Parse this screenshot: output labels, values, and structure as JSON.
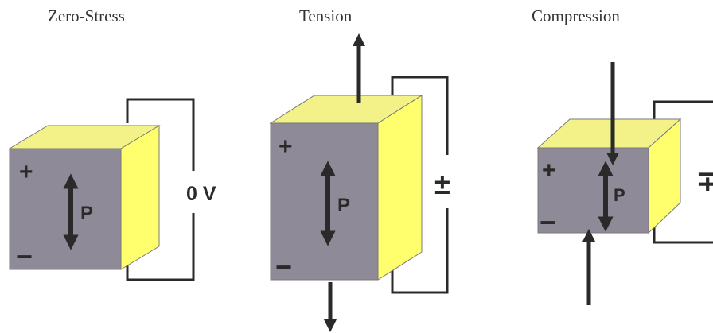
{
  "panels": [
    {
      "title": "Zero-Stress",
      "polarization_label": "P",
      "plus_sign": "+",
      "minus_sign": "−",
      "voltage_label": "0 V"
    },
    {
      "title": "Tension",
      "polarization_label": "P",
      "plus_sign": "+",
      "minus_sign": "−",
      "voltage_label": "±"
    },
    {
      "title": "Compression",
      "polarization_label": "P",
      "plus_sign": "+",
      "minus_sign": "−",
      "voltage_label": "∓"
    }
  ],
  "colors": {
    "front_face": "#8e8a97",
    "side_face": "#ffff6e",
    "top_face": "#f2f288",
    "outline": "#2a2a2a",
    "arrow": "#2a2a2a"
  }
}
